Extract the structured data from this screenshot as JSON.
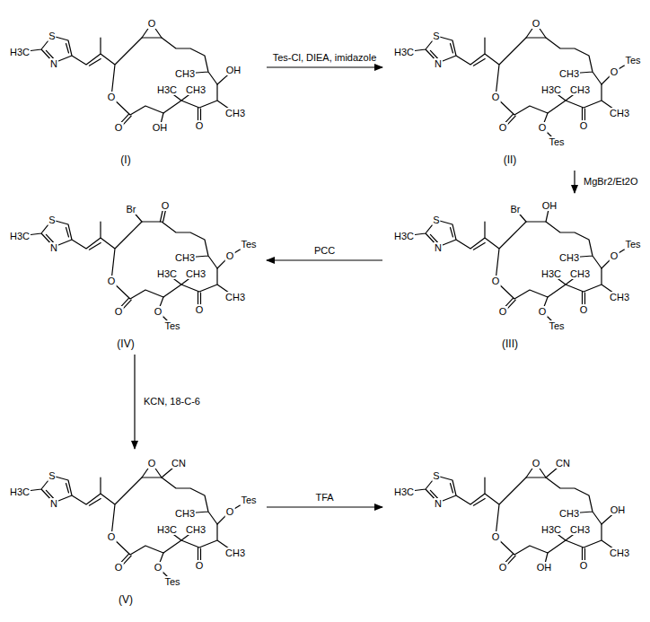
{
  "diagram": {
    "nodes": [
      {
        "text": [
          "O",
          "S",
          "H3C",
          "N",
          "OH",
          "CH3",
          "H3C",
          "CH3",
          "O",
          "CH3",
          "O",
          "O",
          "OH",
          "(I)"
        ]
      },
      {
        "text": [
          "O",
          "S",
          "Tes",
          "H3C",
          "N",
          "O",
          "CH3",
          "H3C",
          "CH3",
          "O",
          "CH3",
          "O",
          "O",
          "O",
          "Tes",
          "(II)"
        ]
      },
      {
        "text": [
          "O",
          "Br",
          "S",
          "Tes",
          "H3C",
          "N",
          "O",
          "CH3",
          "H3C",
          "CH3",
          "O",
          "CH3",
          "O",
          "O",
          "O",
          "Tes",
          "(IV)"
        ]
      },
      {
        "text": [
          "OH",
          "Br",
          "S",
          "Tes",
          "H3C",
          "N",
          "O",
          "CH3",
          "H3C",
          "CH3",
          "O",
          "CH3",
          "O",
          "O",
          "O",
          "Tes",
          "(III)"
        ]
      },
      {
        "text": [
          "O",
          "CN",
          "S",
          "Tes",
          "H3C",
          "N",
          "O",
          "CH3",
          "H3C",
          "CH3",
          "O",
          "CH3",
          "O",
          "O",
          "O",
          "Tes",
          "(V)"
        ]
      },
      {
        "text": [
          "O",
          "CN",
          "S",
          "H3C",
          "N",
          "OH",
          "CH3",
          "H3C",
          "CH3",
          "O",
          "CH3",
          "O",
          "O",
          "OH"
        ]
      }
    ],
    "edges": [
      {
        "from": 0,
        "to": 1,
        "arrow": "to",
        "label": "Tes-Cl, DIEA, imidazole"
      },
      {
        "from": 1,
        "to": 3,
        "arrow": "to",
        "label": "MgBr2/Et2O"
      },
      {
        "from": 3,
        "to": 2,
        "arrow": "to",
        "label": "PCC"
      },
      {
        "from": 2,
        "to": 4,
        "arrow": "to",
        "label": "KCN, 18-C-6"
      },
      {
        "from": 4,
        "to": 5,
        "arrow": "to",
        "label": "TFA"
      }
    ]
  }
}
